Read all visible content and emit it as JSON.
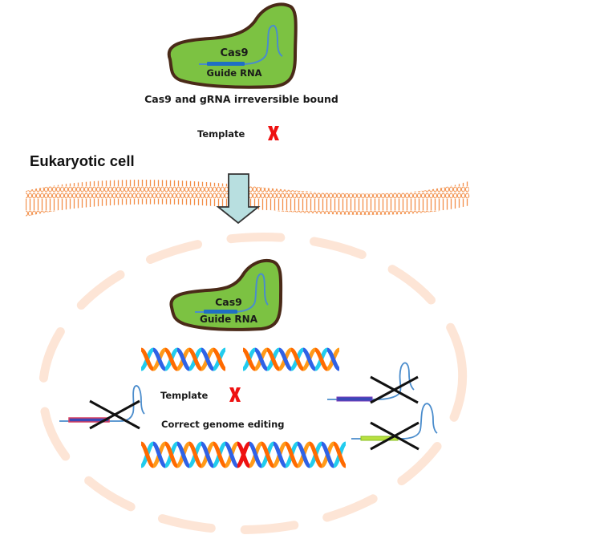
{
  "title": "CRISPR Cas9 RNP delivery into eukaryotic cell",
  "top_complex": {
    "protein_label": "Cas9",
    "rna_label": "Guide RNA",
    "caption": "Cas9 and gRNA irreversible bound"
  },
  "top_template": {
    "label": "Template",
    "mark": "✗"
  },
  "cell_label": "Eukaryotic cell",
  "nucleus_complex": {
    "protein_label": "Cas9",
    "rna_label": "Guide RNA"
  },
  "nucleus_template": {
    "label": "Template",
    "mark": "✗"
  },
  "result_label": "Correct genome editing",
  "colors": {
    "cas9_fill": "#7cc242",
    "cas9_outline": "#4a2a18",
    "guide_rna": "#4a8ccc",
    "guide_bar": "#1f6fc4",
    "membrane": "#f07a28",
    "arrow_fill": "#b8dfe0",
    "nucleus_dash": "#fde5d6",
    "template_x": "#ee1111",
    "dna_strand_a": "#ff6a00",
    "dna_strand_b": "#2f62e6",
    "dna_strand_c": "#22ccee",
    "dna_strand_d": "#ff9a1a",
    "dna_edit": "#ee1111",
    "off_target_1": "#d84060",
    "off_target_2": "#3a48b8",
    "off_target_3": "#b8e040"
  }
}
